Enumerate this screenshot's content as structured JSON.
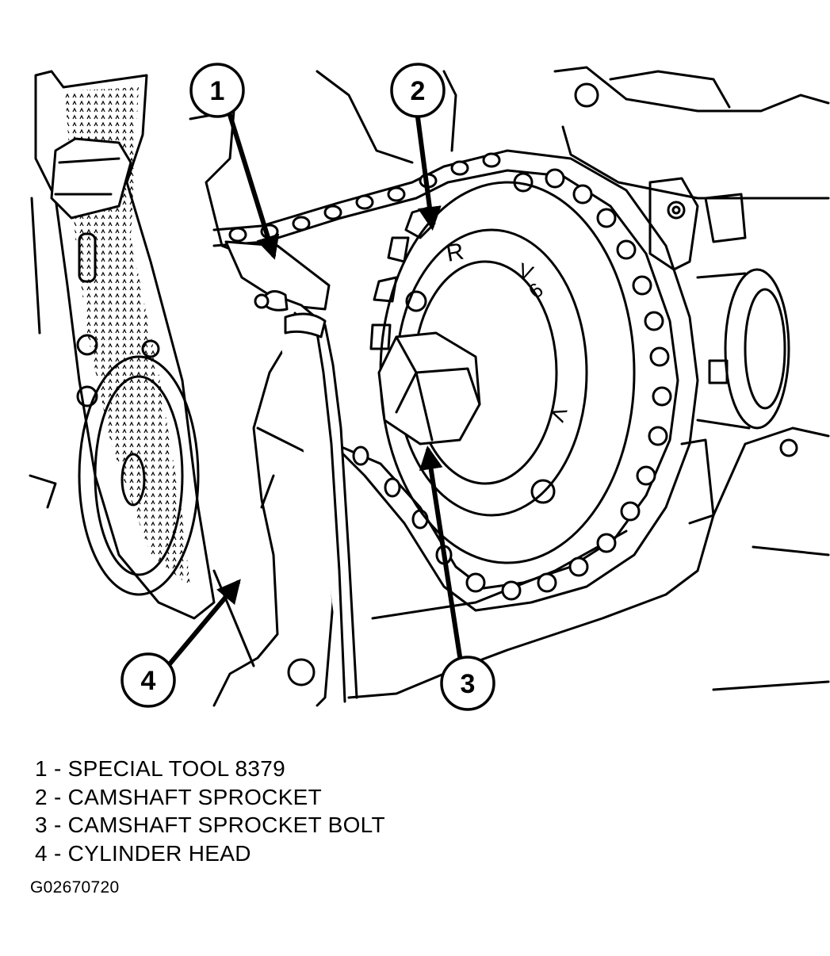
{
  "callouts": [
    "1",
    "2",
    "3",
    "4"
  ],
  "sprocket_marks": [
    "R",
    "V",
    "6",
    "<"
  ],
  "legend": [
    "1 - SPECIAL TOOL 8379",
    "2 - CAMSHAFT SPROCKET",
    "3 - CAMSHAFT SPROCKET BOLT",
    "4 - CYLINDER HEAD"
  ],
  "figure_id": "G02670720"
}
